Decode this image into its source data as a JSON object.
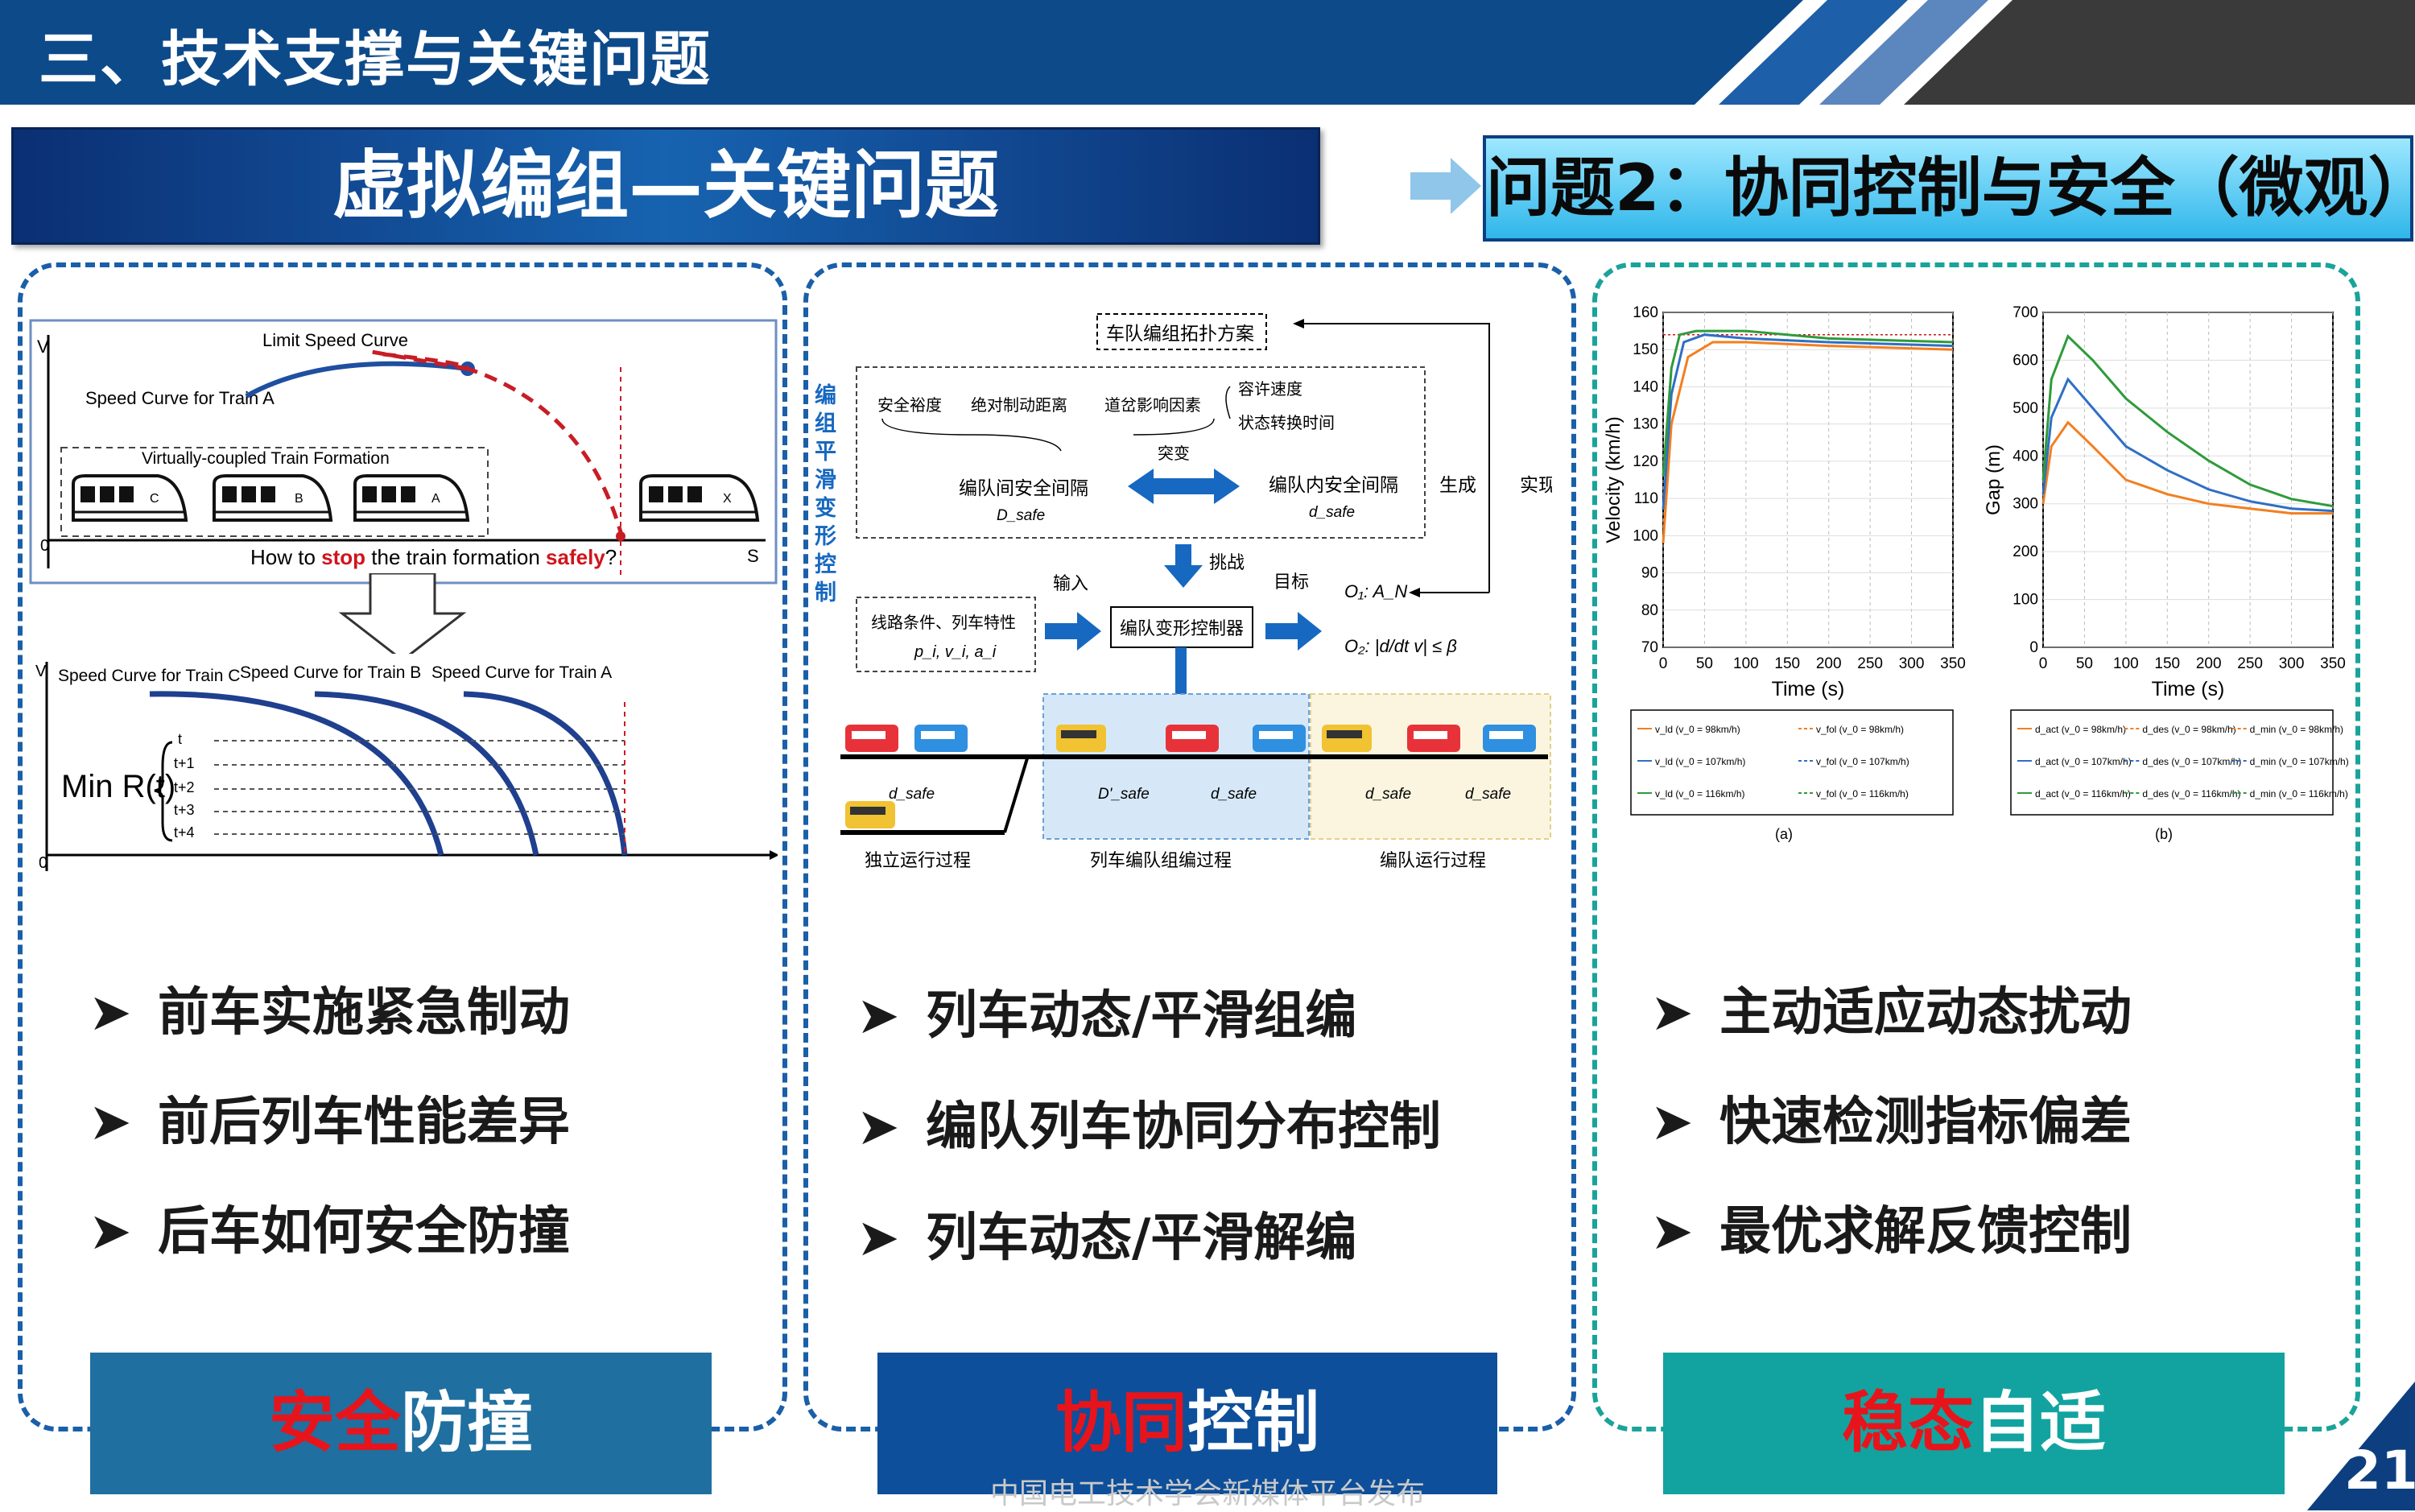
{
  "header": {
    "title": "三、技术支撑与关键问题"
  },
  "sub_banner": {
    "title": "虚拟编组—关键问题"
  },
  "problem_banner": {
    "title": "问题2：协同控制与安全（微观）"
  },
  "panel1": {
    "figure_top": {
      "limit_speed_curve": "Limit Speed Curve",
      "speed_curve_train_a": "Speed Curve for Train A",
      "formation_label": "Virtually-coupled Train Formation",
      "axis_v": "V",
      "axis_s": "S",
      "origin": "0",
      "question_pre": "How to ",
      "question_stop": "stop",
      "question_mid": " the train formation ",
      "question_safely": "safely",
      "question_end": "?",
      "car_letters": [
        "C",
        "B",
        "A",
        "X"
      ]
    },
    "figure_bottom": {
      "axis_v": "V",
      "origin": "0",
      "speed_c": "Speed Curve for Train C",
      "speed_b": "Speed Curve for Train B",
      "speed_a": "Speed Curve for Train A",
      "min_r": "Min R(t)",
      "t_labels": [
        "t",
        "t+1",
        "t+2",
        "t+3",
        "t+4"
      ]
    },
    "bullets": [
      "前车实施紧急制动",
      "前后列车性能差异",
      "后车如何安全防撞"
    ],
    "caption_red": "安全",
    "caption_rest": "防撞"
  },
  "panel2": {
    "figure": {
      "side_label": [
        "编",
        "组",
        "平",
        "滑",
        "变",
        "形",
        "控",
        "制"
      ],
      "topology": "车队编组拓扑方案",
      "factors": [
        "安全裕度",
        "绝对制动距离",
        "道岔影响因素"
      ],
      "factors2": [
        "容许速度",
        "状态转换时间"
      ],
      "inter_gap": "编队间安全间隔",
      "inter_sym": "D_safe",
      "intra_gap": "编队内安全间隔",
      "intra_sym": "d_safe",
      "mutation": "突变",
      "generate": "生成",
      "realize": "实现",
      "challenge": "挑战",
      "line_cond": "线路条件、列车特性",
      "line_sym": "p_i, v_i, a_i",
      "input": "输入",
      "controller": "编队变形控制器",
      "target": "目标",
      "obj1": "O₁: A_N",
      "obj2": "O₂: |d/dt v| ≤ β",
      "stage1": "独立运行过程",
      "stage2": "列车编队组编过程",
      "stage3": "编队运行过程",
      "gap_d": "d_safe",
      "gap_D": "D'_safe"
    },
    "bullets": [
      "列车动态/平滑组编",
      "编队列车协同分布控制",
      "列车动态/平滑解编"
    ],
    "caption_red": "协同",
    "caption_rest": "控制"
  },
  "panel3": {
    "bullets": [
      "主动适应动态扰动",
      "快速检测指标偏差",
      "最优求解反馈控制"
    ],
    "caption_red": "稳态",
    "caption_rest": "自适"
  },
  "chart_data": [
    {
      "type": "line",
      "title": "",
      "panel_label": "(a)",
      "xlabel": "Time (s)",
      "ylabel": "Velocity (km/h)",
      "xlim": [
        0,
        350
      ],
      "ylim": [
        70,
        160
      ],
      "xticks": [
        0,
        50,
        100,
        150,
        200,
        250,
        300,
        350
      ],
      "yticks": [
        70,
        80,
        90,
        100,
        110,
        120,
        130,
        140,
        150,
        160
      ],
      "legend_placement": "bottom",
      "legend": [
        "v_ld (v_0 = 98km/h)",
        "v_fol (v_0 = 98km/h)",
        "v_ld (v_0 = 107km/h)",
        "v_fol (v_0 = 107km/h)",
        "v_ld (v_0 = 116km/h)",
        "v_fol (v_0 = 116km/h)"
      ],
      "reference_line": 154,
      "series": [
        {
          "name": "v_ld (v_0 = 98km/h)",
          "color": "#f27f1f",
          "x": [
            0,
            10,
            30,
            60,
            100,
            200,
            350
          ],
          "y": [
            98,
            130,
            148,
            152,
            152,
            151,
            150
          ]
        },
        {
          "name": "v_ld (v_0 = 107km/h)",
          "color": "#2f6fc4",
          "x": [
            0,
            10,
            25,
            50,
            100,
            200,
            350
          ],
          "y": [
            107,
            138,
            152,
            154,
            153,
            152,
            151
          ]
        },
        {
          "name": "v_ld (v_0 = 116km/h)",
          "color": "#2e9b3a",
          "x": [
            0,
            10,
            20,
            40,
            100,
            200,
            350
          ],
          "y": [
            116,
            145,
            154,
            155,
            155,
            153,
            152
          ]
        }
      ]
    },
    {
      "type": "line",
      "title": "",
      "panel_label": "(b)",
      "xlabel": "Time (s)",
      "ylabel": "Gap (m)",
      "xlim": [
        0,
        350
      ],
      "ylim": [
        0,
        700
      ],
      "xticks": [
        0,
        50,
        100,
        150,
        200,
        250,
        300,
        350
      ],
      "yticks": [
        0,
        100,
        200,
        300,
        400,
        500,
        600,
        700
      ],
      "legend_placement": "bottom",
      "legend": [
        "d_act (v_0 = 98km/h)",
        "d_des (v_0 = 98km/h)",
        "d_min (v_0 = 98km/h)",
        "d_act (v_0 = 107km/h)",
        "d_des (v_0 = 107km/h)",
        "d_min (v_0 = 107km/h)",
        "d_act (v_0 = 116km/h)",
        "d_des (v_0 = 116km/h)",
        "d_min (v_0 = 116km/h)"
      ],
      "series": [
        {
          "name": "d_act (v_0 = 98km/h)",
          "color": "#f27f1f",
          "x": [
            0,
            10,
            30,
            60,
            100,
            150,
            200,
            250,
            300,
            350
          ],
          "y": [
            300,
            420,
            470,
            420,
            350,
            320,
            300,
            290,
            280,
            280
          ]
        },
        {
          "name": "d_act (v_0 = 107km/h)",
          "color": "#2f6fc4",
          "x": [
            0,
            10,
            30,
            60,
            100,
            150,
            200,
            250,
            300,
            350
          ],
          "y": [
            320,
            480,
            560,
            500,
            420,
            370,
            330,
            305,
            290,
            285
          ]
        },
        {
          "name": "d_act (v_0 = 116km/h)",
          "color": "#2e9b3a",
          "x": [
            0,
            10,
            30,
            60,
            100,
            150,
            200,
            250,
            300,
            350
          ],
          "y": [
            350,
            560,
            650,
            600,
            520,
            450,
            390,
            340,
            310,
            295
          ]
        }
      ]
    }
  ],
  "page_number": "21",
  "watermark": "中国电工技术学会新媒体平台发布"
}
